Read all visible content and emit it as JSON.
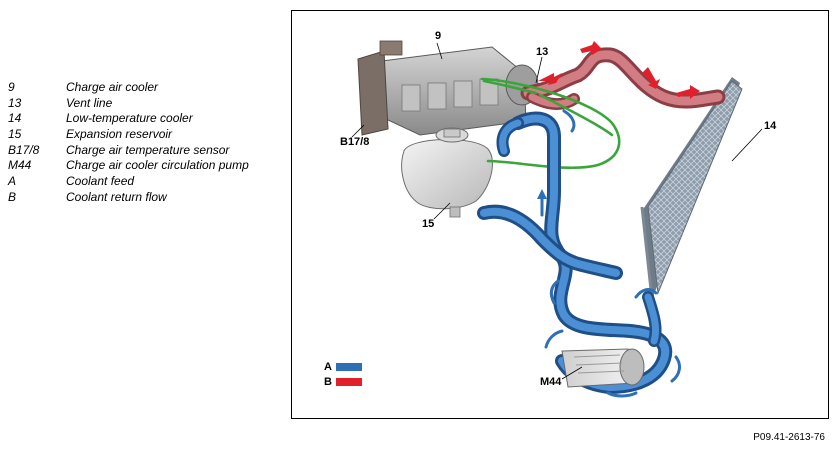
{
  "legend": [
    {
      "code": "9",
      "desc": "Charge air cooler"
    },
    {
      "code": "13",
      "desc": "Vent line"
    },
    {
      "code": "14",
      "desc": "Low-temperature cooler"
    },
    {
      "code": "15",
      "desc": "Expansion reservoir"
    },
    {
      "code": "B17/8",
      "desc": "Charge air temperature sensor"
    },
    {
      "code": "M44",
      "desc": "Charge air cooler circulation pump"
    },
    {
      "code": "A",
      "desc": "Coolant feed"
    },
    {
      "code": "B",
      "desc": "Coolant return flow"
    }
  ],
  "callouts": {
    "c9": "9",
    "c13": "13",
    "c14": "14",
    "c15": "15",
    "cB17": "B17/8",
    "cM44": "M44"
  },
  "flow_key": {
    "a_label": "A",
    "b_label": "B",
    "a_color": "#2f6fb5",
    "b_color": "#e0202a"
  },
  "colors": {
    "feed_blue": "#3b78bd",
    "return_red": "#c4626a",
    "vent_green": "#3aa53a",
    "cooler_grey": "#9aa4ae"
  },
  "reference_id": "P09.41-2613-76"
}
